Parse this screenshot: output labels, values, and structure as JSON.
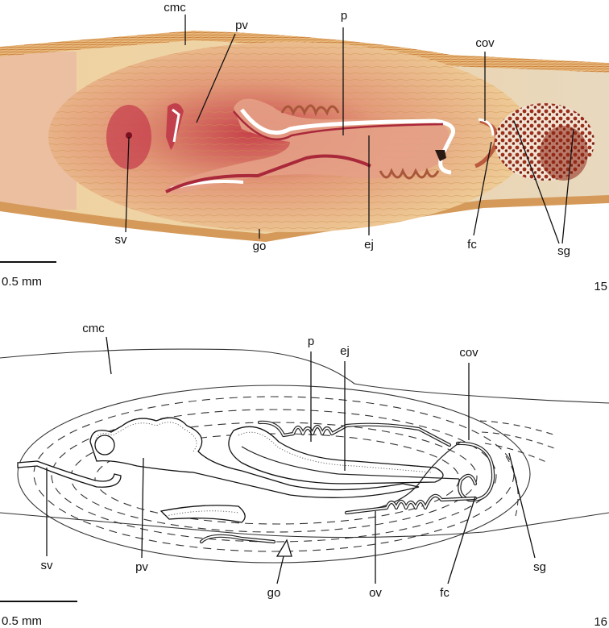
{
  "panel15": {
    "number": "15",
    "labels": {
      "cmc": "cmc",
      "pv": "pv",
      "p": "p",
      "cov": "cov",
      "sv": "sv",
      "go": "go",
      "ej": "ej",
      "fc": "fc",
      "sg": "sg"
    },
    "scale": "0.5 mm",
    "colors": {
      "tissue": "#e7c58f",
      "stain": "#b8323a",
      "glands": "#8e2a1a",
      "muscle": "#cf7f3c"
    }
  },
  "panel16": {
    "number": "16",
    "labels": {
      "cmc": "cmc",
      "p": "p",
      "ej": "ej",
      "cov": "cov",
      "sv": "sv",
      "pv": "pv",
      "go": "go",
      "ov": "ov",
      "fc": "fc",
      "sg": "sg"
    },
    "scale": "0.5 mm"
  }
}
